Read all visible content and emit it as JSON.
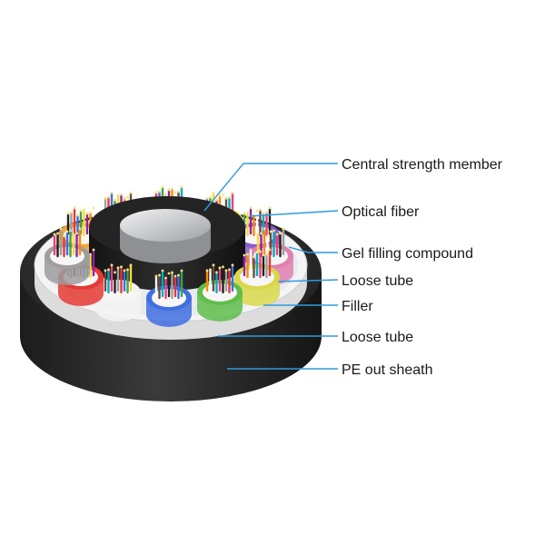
{
  "labels": {
    "central_strength_member": "Central strength member",
    "optical_fiber": "Optical fiber",
    "gel_filling_compound": "Gel filling compound",
    "loose_tube_upper": "Loose tube",
    "filler": "Filler",
    "loose_tube_lower": "Loose tube",
    "pe_out_sheath": "PE out sheath"
  },
  "colors": {
    "leader_line": "#2f9be0",
    "sheath": "#2b2b2b",
    "inner_jacket": "#1e1e1e",
    "strength_member": "#c9c9cc",
    "tube_colors": [
      "#6ab0e8",
      "#e8e24a",
      "#8b5cc9",
      "#e07fb0",
      "#d9d84a",
      "#5fbd4b",
      "#3f6fe0",
      "#f3f3f3",
      "#e53935",
      "#9e9e9e",
      "#f0a73c",
      "#aeb0b0"
    ],
    "fiber_colors": [
      "#e53935",
      "#3f6fe0",
      "#43a047",
      "#fdd835",
      "#8e24aa",
      "#fb8c00",
      "#ffffff",
      "#6d4c41",
      "#00acc1",
      "#ec407a",
      "#212121",
      "#9e9e9e"
    ]
  }
}
